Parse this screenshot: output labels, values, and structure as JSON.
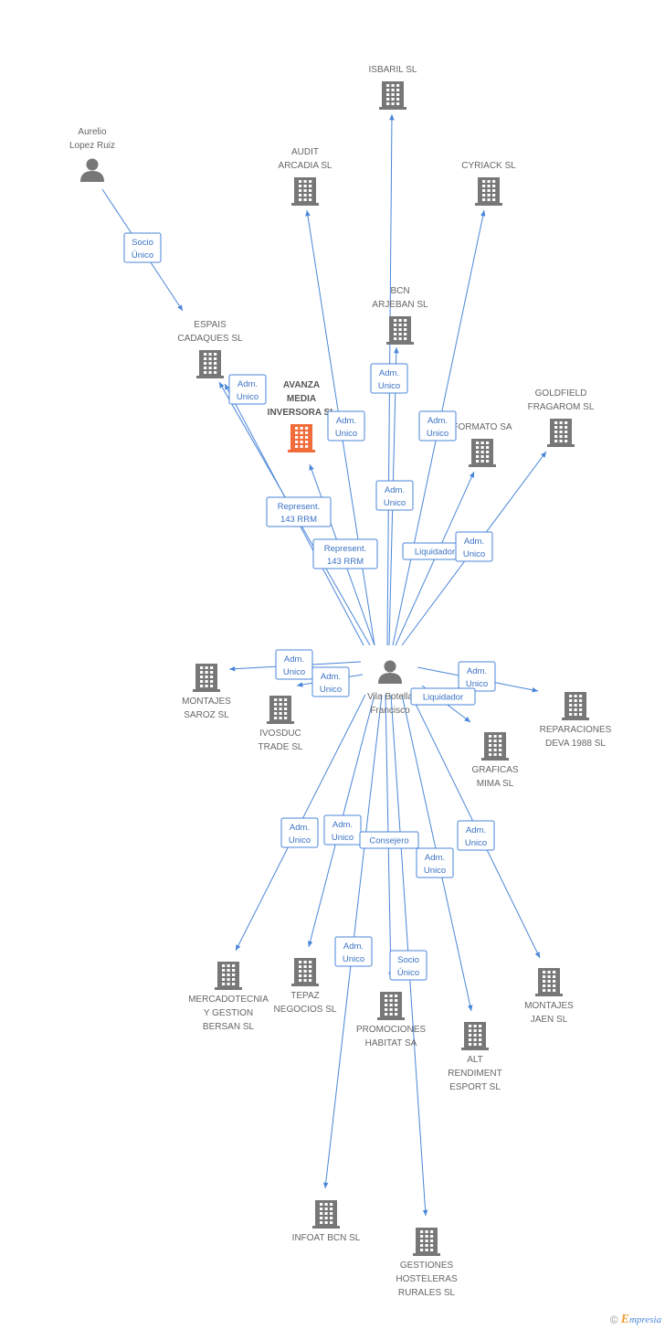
{
  "colors": {
    "edge": "#4a86d8",
    "node": "#777777",
    "focus": "#f26b3a"
  },
  "nodes": [
    {
      "id": "aurelio",
      "type": "person",
      "label": [
        "Aurelio",
        "Lopez Ruiz"
      ]
    },
    {
      "id": "isbaril",
      "type": "company",
      "label": [
        "ISBARIL SL"
      ]
    },
    {
      "id": "audit",
      "type": "company",
      "label": [
        "AUDIT",
        "ARCADIA  SL"
      ]
    },
    {
      "id": "cyriack",
      "type": "company",
      "label": [
        "CYRIACK SL"
      ]
    },
    {
      "id": "espais",
      "type": "company",
      "label": [
        "ESPAIS",
        "CADAQUES SL"
      ]
    },
    {
      "id": "bcn",
      "type": "company",
      "label": [
        "BCN",
        "ARJEBAN SL"
      ]
    },
    {
      "id": "avanza",
      "type": "company",
      "focus": true,
      "label": [
        "AVANZA",
        "MEDIA",
        "INVERSORA SL"
      ]
    },
    {
      "id": "goldfield",
      "type": "company",
      "label": [
        "GOLDFIELD",
        "FRAGAROM SL"
      ]
    },
    {
      "id": "formato",
      "type": "company",
      "label": [
        "FORMATO SA"
      ]
    },
    {
      "id": "vila",
      "type": "person",
      "label": [
        "Vila Botella",
        "Francisco"
      ]
    },
    {
      "id": "montajes_saroz",
      "type": "company",
      "label": [
        "MONTAJES",
        "SAROZ SL"
      ]
    },
    {
      "id": "ivosduc",
      "type": "company",
      "label": [
        "IVOSDUC",
        "TRADE SL"
      ]
    },
    {
      "id": "reparaciones",
      "type": "company",
      "label": [
        "REPARACIONES",
        "DEVA 1988 SL"
      ]
    },
    {
      "id": "graficas",
      "type": "company",
      "label": [
        "GRAFICAS",
        "MIMA SL"
      ]
    },
    {
      "id": "mercadotecnia",
      "type": "company",
      "label": [
        "MERCADOTECNIA",
        "Y GESTION",
        "BERSAN SL"
      ]
    },
    {
      "id": "tepaz",
      "type": "company",
      "label": [
        "TEPAZ",
        "NEGOCIOS SL"
      ]
    },
    {
      "id": "promociones",
      "type": "company",
      "label": [
        "PROMOCIONES",
        "HABITAT SA"
      ]
    },
    {
      "id": "alt",
      "type": "company",
      "label": [
        "ALT",
        "RENDIMENT",
        "ESPORT SL"
      ]
    },
    {
      "id": "montajes_jaen",
      "type": "company",
      "label": [
        "MONTAJES",
        "JAEN SL"
      ]
    },
    {
      "id": "infoat",
      "type": "company",
      "label": [
        "INFOAT BCN SL"
      ]
    },
    {
      "id": "gestiones",
      "type": "company",
      "label": [
        "GESTIONES",
        "HOSTELERAS",
        "RURALES SL"
      ]
    }
  ],
  "edges": [
    {
      "from": "aurelio",
      "to": "espais",
      "label": [
        "Socio",
        "Único"
      ]
    },
    {
      "from": "vila",
      "to": "espais",
      "label": [
        "Adm.",
        "Unico"
      ]
    },
    {
      "from": "vila",
      "to": "audit",
      "label": [
        "Adm.",
        "Unico"
      ]
    },
    {
      "from": "vila",
      "to": "isbaril",
      "label": [
        "Adm.",
        "Unico"
      ]
    },
    {
      "from": "vila",
      "to": "bcn",
      "label": [
        "Adm.",
        "Unico"
      ]
    },
    {
      "from": "vila",
      "to": "cyriack",
      "label": [
        "Adm.",
        "Unico"
      ]
    },
    {
      "from": "vila",
      "to": "avanza",
      "label": [
        "Represent.",
        "143 RRM"
      ]
    },
    {
      "from": "vila",
      "to": "avanza",
      "label": [
        "Represent.",
        "143 RRM"
      ]
    },
    {
      "from": "vila",
      "to": "formato",
      "label": [
        "Liquidador"
      ]
    },
    {
      "from": "vila",
      "to": "goldfield",
      "label": [
        "Adm.",
        "Unico"
      ]
    },
    {
      "from": "vila",
      "to": "montajes_saroz",
      "label": [
        "Adm.",
        "Unico"
      ]
    },
    {
      "from": "vila",
      "to": "ivosduc",
      "label": [
        "Adm.",
        "Unico"
      ]
    },
    {
      "from": "vila",
      "to": "reparaciones",
      "label": [
        "Adm.",
        "Unico"
      ]
    },
    {
      "from": "vila",
      "to": "graficas",
      "label": [
        "Liquidador"
      ]
    },
    {
      "from": "vila",
      "to": "mercadotecnia",
      "label": [
        "Adm.",
        "Unico"
      ]
    },
    {
      "from": "vila",
      "to": "tepaz",
      "label": [
        "Adm.",
        "Unico"
      ]
    },
    {
      "from": "vila",
      "to": "promociones",
      "label": [
        "Consejero"
      ]
    },
    {
      "from": "vila",
      "to": "alt",
      "label": [
        "Adm.",
        "Unico"
      ]
    },
    {
      "from": "vila",
      "to": "montajes_jaen",
      "label": [
        "Adm.",
        "Unico"
      ]
    },
    {
      "from": "vila",
      "to": "infoat",
      "label": [
        "Adm.",
        "Unico"
      ]
    },
    {
      "from": "vila",
      "to": "gestiones",
      "label": [
        "Socio",
        "Único"
      ]
    }
  ],
  "footer": {
    "copyright": "©",
    "brand_initial": "E",
    "brand_rest": "mpresia"
  }
}
